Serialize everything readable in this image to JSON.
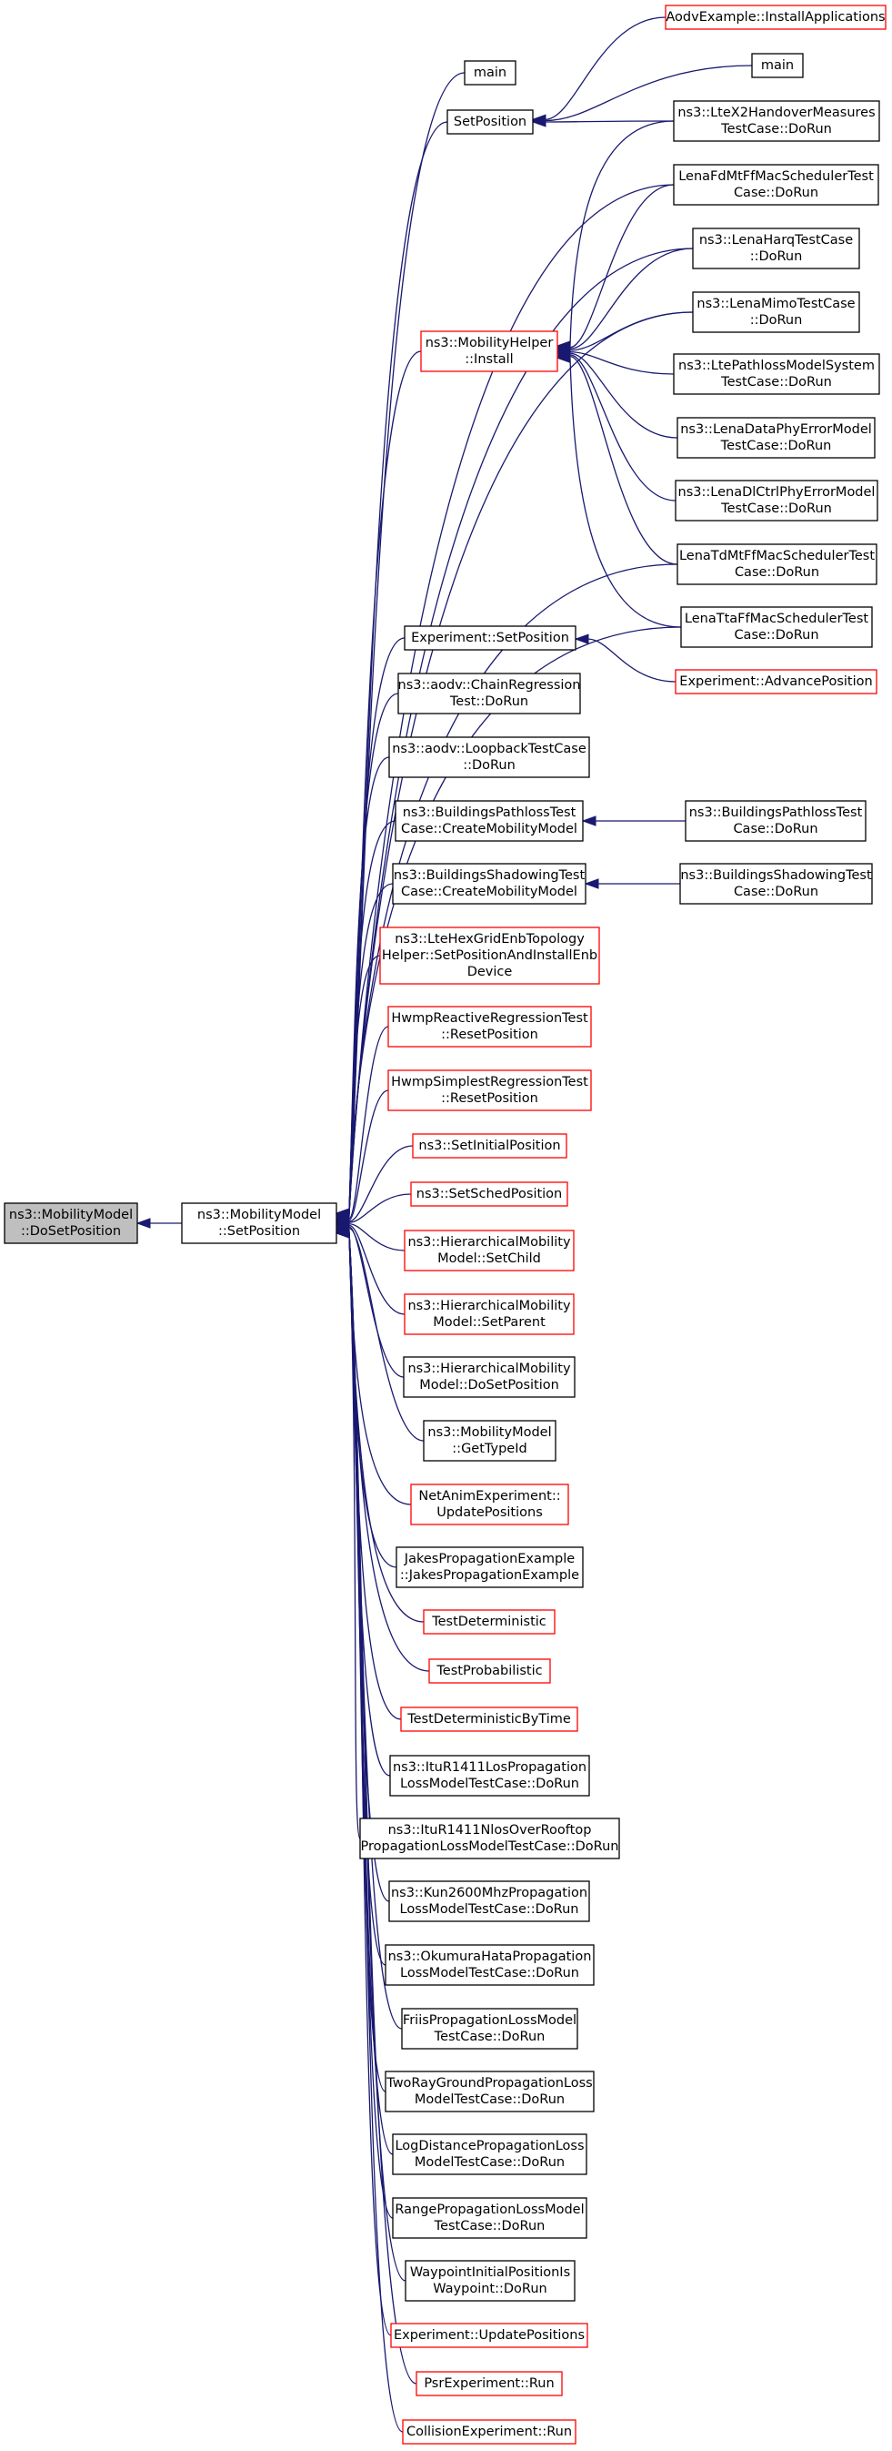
{
  "graph": {
    "title": "",
    "colors": {
      "edge": "#191970",
      "red_border": "#ff0000",
      "black_border": "#000000",
      "focus_fill": "#bfbfbf"
    },
    "nodes": [
      {
        "id": "n_doset",
        "lines": [
          "ns3::MobilityModel",
          "::DoSetPosition"
        ],
        "style": "focus"
      },
      {
        "id": "n_setpos",
        "lines": [
          "ns3::MobilityModel",
          "::SetPosition"
        ],
        "style": "black"
      },
      {
        "id": "n_main1",
        "lines": [
          "main"
        ],
        "style": "black"
      },
      {
        "id": "n_setposition",
        "lines": [
          "SetPosition"
        ],
        "style": "black"
      },
      {
        "id": "n_aodvinst",
        "lines": [
          "AodvExample::InstallApplications"
        ],
        "style": "red"
      },
      {
        "id": "n_main2",
        "lines": [
          "main"
        ],
        "style": "black"
      },
      {
        "id": "n_ltex2",
        "lines": [
          "ns3::LteX2HandoverMeasures",
          "TestCase::DoRun"
        ],
        "style": "black"
      },
      {
        "id": "n_lenafdmt",
        "lines": [
          "LenaFdMtFfMacSchedulerTest",
          "Case::DoRun"
        ],
        "style": "black"
      },
      {
        "id": "n_lenaharq",
        "lines": [
          "ns3::LenaHarqTestCase",
          "::DoRun"
        ],
        "style": "black"
      },
      {
        "id": "n_lenamimo",
        "lines": [
          "ns3::LenaMimoTestCase",
          "::DoRun"
        ],
        "style": "black"
      },
      {
        "id": "n_mobhelper",
        "lines": [
          "ns3::MobilityHelper",
          "::Install"
        ],
        "style": "red"
      },
      {
        "id": "n_ltepathloss",
        "lines": [
          "ns3::LtePathlossModelSystem",
          "TestCase::DoRun"
        ],
        "style": "black"
      },
      {
        "id": "n_lenadataphy",
        "lines": [
          "ns3::LenaDataPhyErrorModel",
          "TestCase::DoRun"
        ],
        "style": "black"
      },
      {
        "id": "n_lenadlctrl",
        "lines": [
          "ns3::LenaDlCtrlPhyErrorModel",
          "TestCase::DoRun"
        ],
        "style": "black"
      },
      {
        "id": "n_lenatdmt",
        "lines": [
          "LenaTdMtFfMacSchedulerTest",
          "Case::DoRun"
        ],
        "style": "black"
      },
      {
        "id": "n_lenatta",
        "lines": [
          "LenaTtaFfMacSchedulerTest",
          "Case::DoRun"
        ],
        "style": "black"
      },
      {
        "id": "n_expsetpos",
        "lines": [
          "Experiment::SetPosition"
        ],
        "style": "black"
      },
      {
        "id": "n_expadvance",
        "lines": [
          "Experiment::AdvancePosition"
        ],
        "style": "red"
      },
      {
        "id": "n_aodvchain",
        "lines": [
          "ns3::aodv::ChainRegression",
          "Test::DoRun"
        ],
        "style": "black"
      },
      {
        "id": "n_aodvloop",
        "lines": [
          "ns3::aodv::LoopbackTestCase",
          "::DoRun"
        ],
        "style": "black"
      },
      {
        "id": "n_bldpathcreate",
        "lines": [
          "ns3::BuildingsPathlossTest",
          "Case::CreateMobilityModel"
        ],
        "style": "black"
      },
      {
        "id": "n_bldpathrun",
        "lines": [
          "ns3::BuildingsPathlossTest",
          "Case::DoRun"
        ],
        "style": "black"
      },
      {
        "id": "n_bldshadcreate",
        "lines": [
          "ns3::BuildingsShadowingTest",
          "Case::CreateMobilityModel"
        ],
        "style": "black"
      },
      {
        "id": "n_bldshadrun",
        "lines": [
          "ns3::BuildingsShadowingTest",
          "Case::DoRun"
        ],
        "style": "black"
      },
      {
        "id": "n_ltehexgrid",
        "lines": [
          "ns3::LteHexGridEnbTopology",
          "Helper::SetPositionAndInstallEnb",
          "Device"
        ],
        "style": "red"
      },
      {
        "id": "n_hwmpreactive",
        "lines": [
          "HwmpReactiveRegressionTest",
          "::ResetPosition"
        ],
        "style": "red"
      },
      {
        "id": "n_hwmpsimplest",
        "lines": [
          "HwmpSimplestRegressionTest",
          "::ResetPosition"
        ],
        "style": "red"
      },
      {
        "id": "n_setinitial",
        "lines": [
          "ns3::SetInitialPosition"
        ],
        "style": "red"
      },
      {
        "id": "n_setsched",
        "lines": [
          "ns3::SetSchedPosition"
        ],
        "style": "red"
      },
      {
        "id": "n_hiersetchild",
        "lines": [
          "ns3::HierarchicalMobility",
          "Model::SetChild"
        ],
        "style": "red"
      },
      {
        "id": "n_hiersetparent",
        "lines": [
          "ns3::HierarchicalMobility",
          "Model::SetParent"
        ],
        "style": "red"
      },
      {
        "id": "n_hierdoset",
        "lines": [
          "ns3::HierarchicalMobility",
          "Model::DoSetPosition"
        ],
        "style": "black"
      },
      {
        "id": "n_gettypeid",
        "lines": [
          "ns3::MobilityModel",
          "::GetTypeId"
        ],
        "style": "black"
      },
      {
        "id": "n_netanim",
        "lines": [
          "NetAnimExperiment::",
          "UpdatePositions"
        ],
        "style": "red"
      },
      {
        "id": "n_jakes",
        "lines": [
          "JakesPropagationExample",
          "::JakesPropagationExample"
        ],
        "style": "black"
      },
      {
        "id": "n_testdet",
        "lines": [
          "TestDeterministic"
        ],
        "style": "red"
      },
      {
        "id": "n_testprob",
        "lines": [
          "TestProbabilistic"
        ],
        "style": "red"
      },
      {
        "id": "n_testdetbytime",
        "lines": [
          "TestDeterministicByTime"
        ],
        "style": "red"
      },
      {
        "id": "n_itulos",
        "lines": [
          "ns3::ItuR1411LosPropagation",
          "LossModelTestCase::DoRun"
        ],
        "style": "black"
      },
      {
        "id": "n_itunlos",
        "lines": [
          "ns3::ItuR1411NlosOverRooftop",
          "PropagationLossModelTestCase::DoRun"
        ],
        "style": "black"
      },
      {
        "id": "n_kun",
        "lines": [
          "ns3::Kun2600MhzPropagation",
          "LossModelTestCase::DoRun"
        ],
        "style": "black"
      },
      {
        "id": "n_okumura",
        "lines": [
          "ns3::OkumuraHataPropagation",
          "LossModelTestCase::DoRun"
        ],
        "style": "black"
      },
      {
        "id": "n_friis",
        "lines": [
          "FriisPropagationLossModel",
          "TestCase::DoRun"
        ],
        "style": "black"
      },
      {
        "id": "n_tworay",
        "lines": [
          "TwoRayGroundPropagationLoss",
          "ModelTestCase::DoRun"
        ],
        "style": "black"
      },
      {
        "id": "n_logdist",
        "lines": [
          "LogDistancePropagationLoss",
          "ModelTestCase::DoRun"
        ],
        "style": "black"
      },
      {
        "id": "n_range",
        "lines": [
          "RangePropagationLossModel",
          "TestCase::DoRun"
        ],
        "style": "black"
      },
      {
        "id": "n_waypoint",
        "lines": [
          "WaypointInitialPositionIs",
          "Waypoint::DoRun"
        ],
        "style": "black"
      },
      {
        "id": "n_expupdate",
        "lines": [
          "Experiment::UpdatePositions"
        ],
        "style": "red"
      },
      {
        "id": "n_psrrun",
        "lines": [
          "PsrExperiment::Run"
        ],
        "style": "red"
      },
      {
        "id": "n_collrun",
        "lines": [
          "CollisionExperiment::Run"
        ],
        "style": "red"
      }
    ],
    "edges": [
      {
        "from": "n_setpos",
        "to": "n_doset"
      },
      {
        "from": "n_main1",
        "to": "n_setpos"
      },
      {
        "from": "n_setposition",
        "to": "n_setpos"
      },
      {
        "from": "n_lenafdmt",
        "to": "n_setpos"
      },
      {
        "from": "n_lenaharq",
        "to": "n_setpos"
      },
      {
        "from": "n_lenamimo",
        "to": "n_setpos"
      },
      {
        "from": "n_mobhelper",
        "to": "n_setpos"
      },
      {
        "from": "n_lenatdmt",
        "to": "n_setpos"
      },
      {
        "from": "n_lenatta",
        "to": "n_setpos"
      },
      {
        "from": "n_expsetpos",
        "to": "n_setpos"
      },
      {
        "from": "n_aodvchain",
        "to": "n_setpos"
      },
      {
        "from": "n_aodvloop",
        "to": "n_setpos"
      },
      {
        "from": "n_bldpathcreate",
        "to": "n_setpos"
      },
      {
        "from": "n_bldshadcreate",
        "to": "n_setpos"
      },
      {
        "from": "n_ltehexgrid",
        "to": "n_setpos"
      },
      {
        "from": "n_hwmpreactive",
        "to": "n_setpos"
      },
      {
        "from": "n_hwmpsimplest",
        "to": "n_setpos"
      },
      {
        "from": "n_setinitial",
        "to": "n_setpos"
      },
      {
        "from": "n_setsched",
        "to": "n_setpos"
      },
      {
        "from": "n_hiersetchild",
        "to": "n_setpos"
      },
      {
        "from": "n_hiersetparent",
        "to": "n_setpos"
      },
      {
        "from": "n_hierdoset",
        "to": "n_setpos"
      },
      {
        "from": "n_gettypeid",
        "to": "n_setpos"
      },
      {
        "from": "n_netanim",
        "to": "n_setpos"
      },
      {
        "from": "n_jakes",
        "to": "n_setpos"
      },
      {
        "from": "n_testdet",
        "to": "n_setpos"
      },
      {
        "from": "n_testprob",
        "to": "n_setpos"
      },
      {
        "from": "n_testdetbytime",
        "to": "n_setpos"
      },
      {
        "from": "n_itulos",
        "to": "n_setpos"
      },
      {
        "from": "n_itunlos",
        "to": "n_setpos"
      },
      {
        "from": "n_kun",
        "to": "n_setpos"
      },
      {
        "from": "n_okumura",
        "to": "n_setpos"
      },
      {
        "from": "n_friis",
        "to": "n_setpos"
      },
      {
        "from": "n_tworay",
        "to": "n_setpos"
      },
      {
        "from": "n_logdist",
        "to": "n_setpos"
      },
      {
        "from": "n_range",
        "to": "n_setpos"
      },
      {
        "from": "n_waypoint",
        "to": "n_setpos"
      },
      {
        "from": "n_expupdate",
        "to": "n_setpos"
      },
      {
        "from": "n_psrrun",
        "to": "n_setpos"
      },
      {
        "from": "n_collrun",
        "to": "n_setpos"
      },
      {
        "from": "n_aodvinst",
        "to": "n_setposition"
      },
      {
        "from": "n_main2",
        "to": "n_setposition"
      },
      {
        "from": "n_ltex2",
        "to": "n_setposition"
      },
      {
        "from": "n_ltex2",
        "to": "n_mobhelper"
      },
      {
        "from": "n_lenafdmt",
        "to": "n_mobhelper"
      },
      {
        "from": "n_lenaharq",
        "to": "n_mobhelper"
      },
      {
        "from": "n_lenamimo",
        "to": "n_mobhelper"
      },
      {
        "from": "n_ltepathloss",
        "to": "n_mobhelper"
      },
      {
        "from": "n_lenadataphy",
        "to": "n_mobhelper"
      },
      {
        "from": "n_lenadlctrl",
        "to": "n_mobhelper"
      },
      {
        "from": "n_lenatdmt",
        "to": "n_mobhelper"
      },
      {
        "from": "n_lenatta",
        "to": "n_mobhelper"
      },
      {
        "from": "n_expadvance",
        "to": "n_expsetpos"
      },
      {
        "from": "n_bldpathrun",
        "to": "n_bldpathcreate"
      },
      {
        "from": "n_bldshadrun",
        "to": "n_bldshadcreate"
      }
    ]
  }
}
